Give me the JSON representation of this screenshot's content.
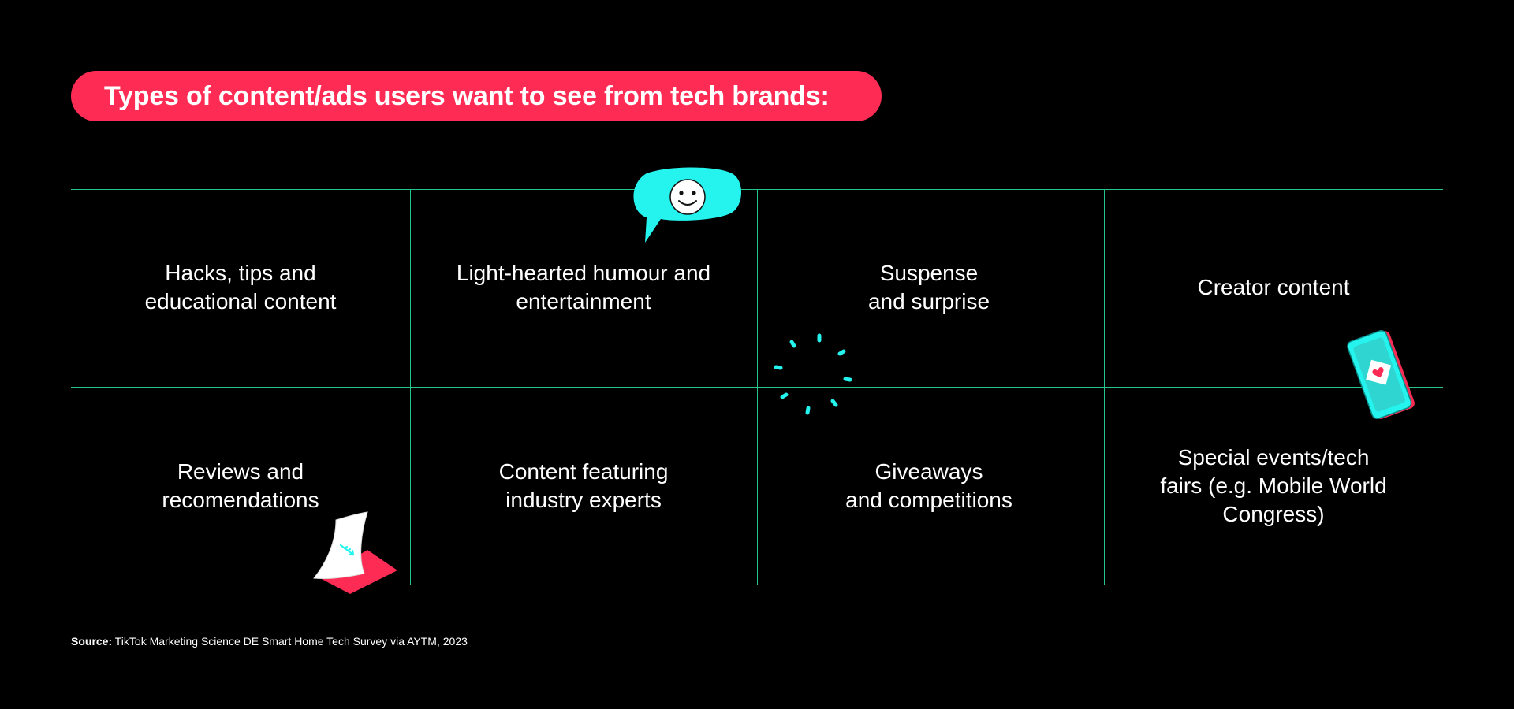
{
  "title": "Types of content/ads users want to see from tech brands:",
  "grid": {
    "row1": [
      "Hacks, tips and\neducational content",
      "Light-hearted humour and\nentertainment",
      "Suspense\nand surprise",
      "Creator content"
    ],
    "row2": [
      "Reviews and\nrecomendations",
      "Content featuring\nindustry experts",
      "Giveaways\nand competitions",
      "Special events/tech\nfairs (e.g. Mobile World\nCongress)"
    ]
  },
  "source": {
    "prefix": "Source:",
    "text": " TikTok Marketing Science DE Smart Home Tech Survey via AYTM, 2023"
  },
  "colors": {
    "background": "#000000",
    "title_pill": "#fe2c55",
    "grid_lines": "#25c48a",
    "accent_cyan": "#25f4ee",
    "accent_red": "#fe2c55"
  },
  "decorations": [
    "smiley-speech-bubble-icon",
    "sparkle-burst-icon",
    "phone-heart-icon",
    "paper-note-icon"
  ]
}
